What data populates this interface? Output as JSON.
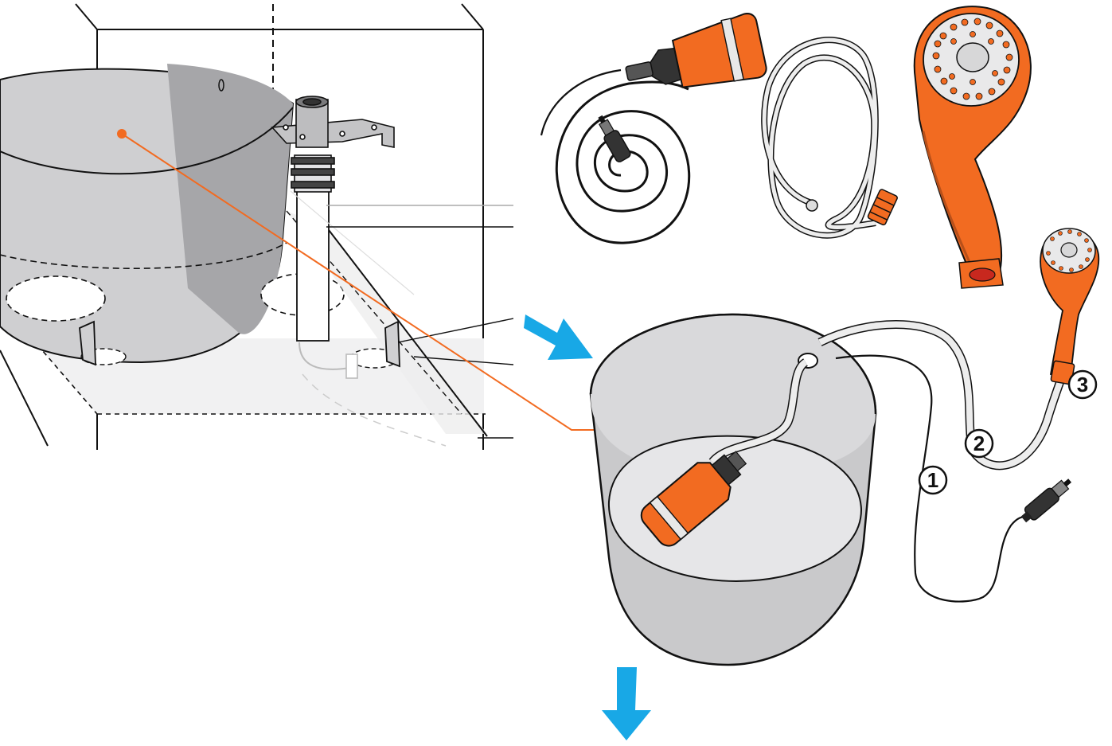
{
  "colors": {
    "orange": "#F26B21",
    "blue_arrow": "#18A8E6",
    "line": "#111111",
    "tank_gray": "#C9C9CB",
    "tank_dark": "#A9A9AC",
    "tank_light": "#E4E4E6",
    "hose": "#EDEDED"
  },
  "icons": [
    "pump-with-cord-icon",
    "coiled-hose-icon",
    "shower-head-icon",
    "cigarette-lighter-plug-icon",
    "direction-arrow-icon"
  ],
  "callouts": [
    {
      "id": "1",
      "label": "1"
    },
    {
      "id": "2",
      "label": "2"
    },
    {
      "id": "3",
      "label": "3"
    }
  ]
}
